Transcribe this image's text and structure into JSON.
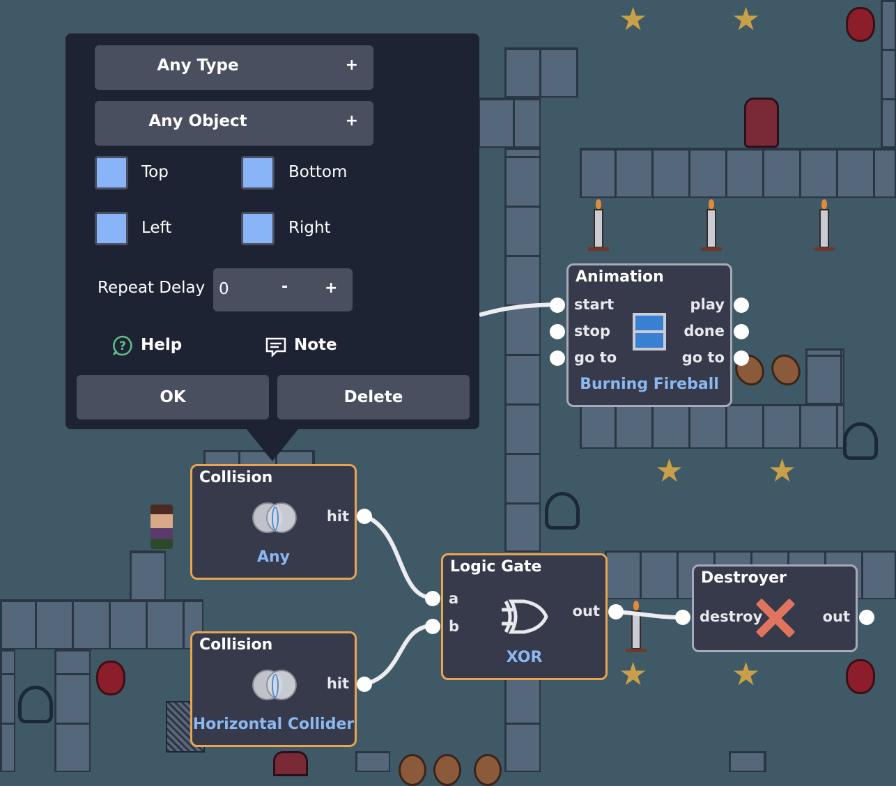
{
  "popup": {
    "type_label": "Any Type",
    "object_label": "Any Object",
    "plus": "+",
    "checkboxes": {
      "top": "Top",
      "bottom": "Bottom",
      "left": "Left",
      "right": "Right"
    },
    "repeat_delay_label": "Repeat Delay",
    "repeat_delay_value": "0",
    "minus": "-",
    "help_label": "Help",
    "note_label": "Note",
    "ok_label": "OK",
    "delete_label": "Delete"
  },
  "nodes": {
    "animation": {
      "title": "Animation",
      "ports_in": [
        "start",
        "stop",
        "go to"
      ],
      "ports_out": [
        "play",
        "done",
        "go to"
      ],
      "subtitle": "Burning Fireball"
    },
    "collision1": {
      "title": "Collision",
      "port_out": "hit",
      "subtitle": "Any"
    },
    "collision2": {
      "title": "Collision",
      "port_out": "hit",
      "subtitle": "Horizontal Collider"
    },
    "logic": {
      "title": "Logic Gate",
      "ports_in": [
        "a",
        "b"
      ],
      "port_out": "out",
      "subtitle": "XOR"
    },
    "destroyer": {
      "title": "Destroyer",
      "port_in": "destroy",
      "port_out": "out"
    }
  },
  "colors": {
    "accent_orange": "#e9a54f",
    "subtitle_blue": "#8cb8f2",
    "checkbox_blue": "#8ab4f8",
    "background": "#3f5a66"
  }
}
